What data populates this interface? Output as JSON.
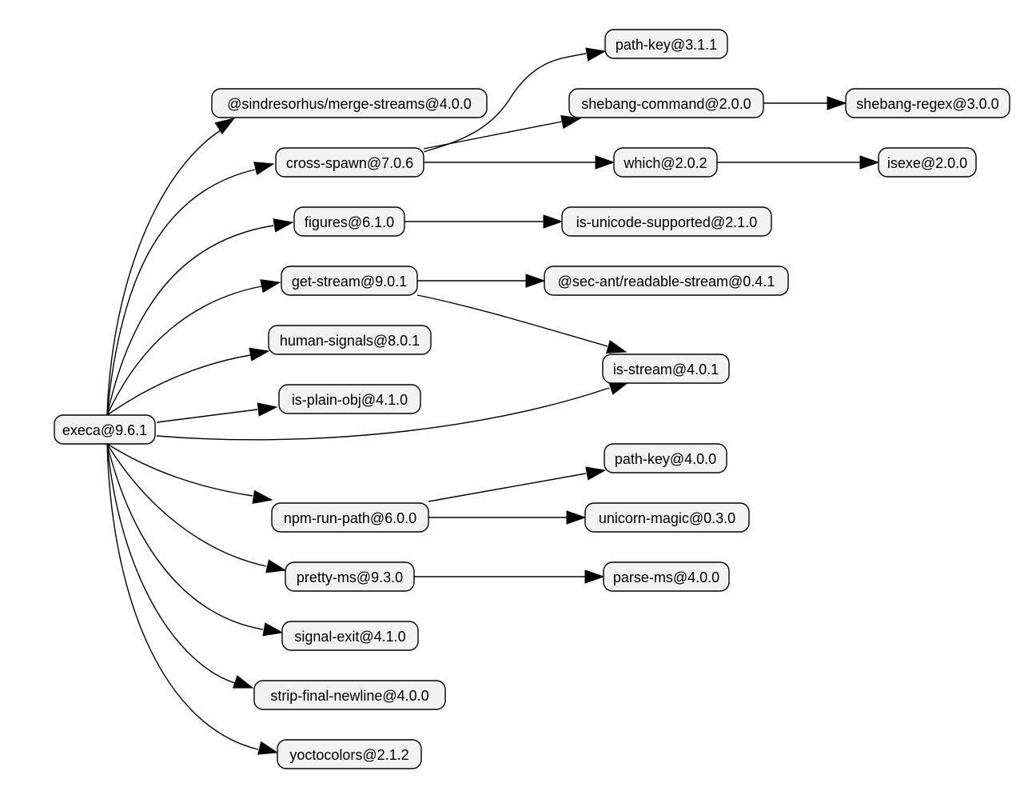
{
  "graph": {
    "nodes": [
      {
        "id": "execa",
        "label": "execa@9.6.1"
      },
      {
        "id": "merge",
        "label": "@sindresorhus/merge-streams@4.0.0"
      },
      {
        "id": "cross",
        "label": "cross-spawn@7.0.6"
      },
      {
        "id": "figures",
        "label": "figures@6.1.0"
      },
      {
        "id": "getstream",
        "label": "get-stream@9.0.1"
      },
      {
        "id": "human",
        "label": "human-signals@8.0.1"
      },
      {
        "id": "plainobj",
        "label": "is-plain-obj@4.1.0"
      },
      {
        "id": "npmrun",
        "label": "npm-run-path@6.0.0"
      },
      {
        "id": "prettyms",
        "label": "pretty-ms@9.3.0"
      },
      {
        "id": "signalexit",
        "label": "signal-exit@4.1.0"
      },
      {
        "id": "stripfinal",
        "label": "strip-final-newline@4.0.0"
      },
      {
        "id": "yocto",
        "label": "yoctocolors@2.1.2"
      },
      {
        "id": "pathkey311",
        "label": "path-key@3.1.1"
      },
      {
        "id": "shebangcmd",
        "label": "shebang-command@2.0.0"
      },
      {
        "id": "which",
        "label": "which@2.0.2"
      },
      {
        "id": "unicode",
        "label": "is-unicode-supported@2.1.0"
      },
      {
        "id": "readable",
        "label": "@sec-ant/readable-stream@0.4.1"
      },
      {
        "id": "isstream",
        "label": "is-stream@4.0.1"
      },
      {
        "id": "pathkey400",
        "label": "path-key@4.0.0"
      },
      {
        "id": "unicorn",
        "label": "unicorn-magic@0.3.0"
      },
      {
        "id": "parsems",
        "label": "parse-ms@4.0.0"
      },
      {
        "id": "shebangregex",
        "label": "shebang-regex@3.0.0"
      },
      {
        "id": "isexe",
        "label": "isexe@2.0.0"
      }
    ],
    "edges": [
      {
        "from": "execa",
        "to": "merge"
      },
      {
        "from": "execa",
        "to": "cross"
      },
      {
        "from": "execa",
        "to": "figures"
      },
      {
        "from": "execa",
        "to": "getstream"
      },
      {
        "from": "execa",
        "to": "human"
      },
      {
        "from": "execa",
        "to": "plainobj"
      },
      {
        "from": "execa",
        "to": "isstream"
      },
      {
        "from": "execa",
        "to": "npmrun"
      },
      {
        "from": "execa",
        "to": "prettyms"
      },
      {
        "from": "execa",
        "to": "signalexit"
      },
      {
        "from": "execa",
        "to": "stripfinal"
      },
      {
        "from": "execa",
        "to": "yocto"
      },
      {
        "from": "cross",
        "to": "pathkey311"
      },
      {
        "from": "cross",
        "to": "shebangcmd"
      },
      {
        "from": "cross",
        "to": "which"
      },
      {
        "from": "figures",
        "to": "unicode"
      },
      {
        "from": "getstream",
        "to": "readable"
      },
      {
        "from": "getstream",
        "to": "isstream"
      },
      {
        "from": "npmrun",
        "to": "pathkey400"
      },
      {
        "from": "npmrun",
        "to": "unicorn"
      },
      {
        "from": "prettyms",
        "to": "parsems"
      },
      {
        "from": "shebangcmd",
        "to": "shebangregex"
      },
      {
        "from": "which",
        "to": "isexe"
      }
    ]
  }
}
